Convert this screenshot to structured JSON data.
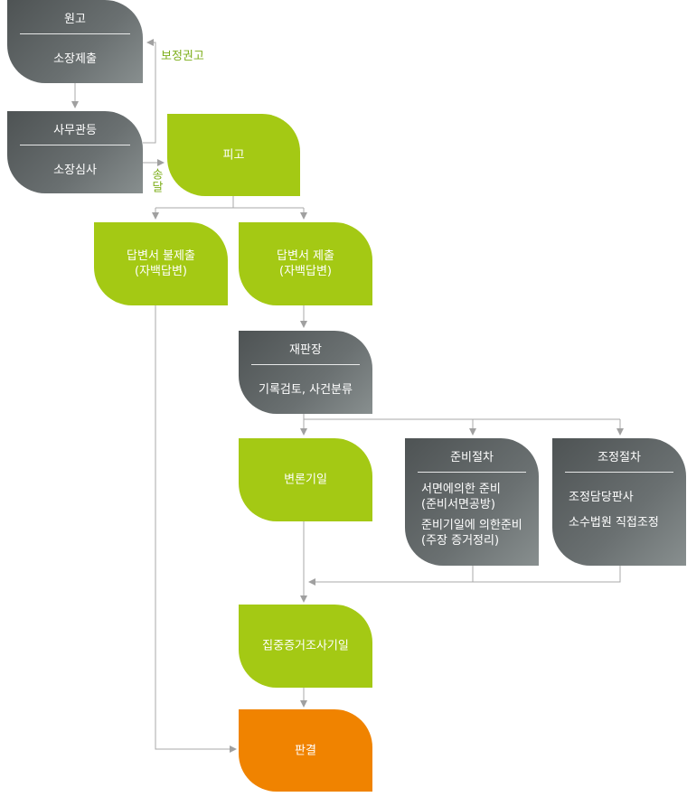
{
  "nodes": {
    "plaintiff": {
      "header": "원고",
      "body": "소장제출"
    },
    "clerk": {
      "header": "사무관등",
      "body": "소장심사"
    },
    "defendant": {
      "label": "피고"
    },
    "no_answer": {
      "line1": "답변서 불제출",
      "line2": "(자백답변)"
    },
    "answer": {
      "line1": "답변서 제출",
      "line2": "(자백답변)"
    },
    "judge": {
      "header": "재판장",
      "body": "기록검토, 사건분류"
    },
    "hearing_date": {
      "label": "변론기일"
    },
    "prep": {
      "header": "준비절차",
      "item1_line1": "서면에의한 준비",
      "item1_line2": "(준비서면공방)",
      "item2_line1": "준비기일에 의한준비",
      "item2_line2": "(주장 증거정리)"
    },
    "mediation": {
      "header": "조정절차",
      "item1": "조정담당판사",
      "item2": "소수법원 직접조정"
    },
    "evidence": {
      "label": "집중증거조사기일"
    },
    "ruling": {
      "label": "판결"
    }
  },
  "edge_labels": {
    "correction": "보정권고",
    "delivery": "송달"
  },
  "colors": {
    "gray": "#5f6566",
    "green": "#a4c914",
    "orange": "#f08300",
    "line": "#a0a0a0",
    "label": "#7dae1a"
  }
}
